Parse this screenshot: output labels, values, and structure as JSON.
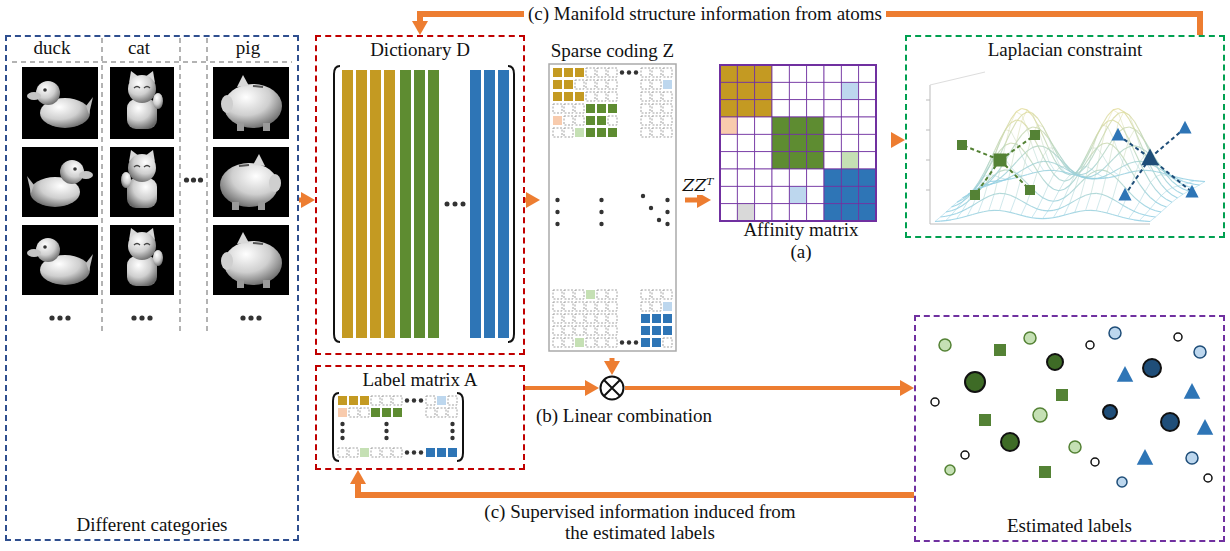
{
  "diagram": {
    "nodes": [
      {
        "text": [
          "duck",
          "cat",
          "pig",
          "Different categories"
        ]
      },
      {
        "text": [
          "Dictionary D"
        ]
      },
      {
        "text": [
          "Sparse coding Z"
        ]
      },
      {
        "text": [
          "Affinity matrix",
          "(a)"
        ]
      },
      {
        "text": [
          "Laplacian constraint"
        ]
      },
      {
        "text": [
          "Label matrix A"
        ]
      },
      {
        "text": [
          "(b) Linear combination"
        ]
      },
      {
        "text": [
          "Estimated labels"
        ]
      }
    ],
    "edges": [
      {
        "from": 0,
        "to": 1,
        "arrow": "to"
      },
      {
        "from": 1,
        "to": 2,
        "arrow": "to"
      },
      {
        "from": 2,
        "to": 3,
        "arrow": "to",
        "label": "ZZᵀ"
      },
      {
        "from": 3,
        "to": 4,
        "arrow": "to"
      },
      {
        "from": 4,
        "to": 1,
        "arrow": "to",
        "label": "(c) Manifold structure information from atoms"
      },
      {
        "from": 2,
        "to": 6,
        "arrow": "to"
      },
      {
        "from": 5,
        "to": 6,
        "arrow": "to"
      },
      {
        "from": 6,
        "to": 7,
        "arrow": "to"
      },
      {
        "from": 7,
        "to": 5,
        "arrow": "to",
        "label": "(c) Supervised information induced from the estimated labels"
      }
    ]
  }
}
